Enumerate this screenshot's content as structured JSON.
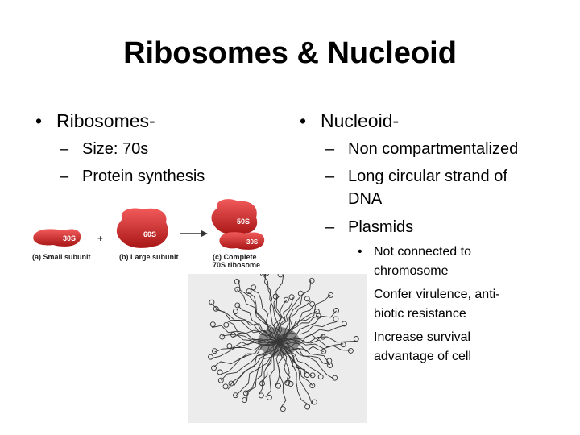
{
  "slide": {
    "title": "Ribosomes & Nucleoid"
  },
  "left": {
    "heading": "Ribosomes-",
    "items": [
      "Size: 70s",
      "Protein synthesis"
    ]
  },
  "right": {
    "heading": "Nucleoid-",
    "items": [
      {
        "lines": [
          "Non compartmentalized"
        ]
      },
      {
        "lines": [
          "Long circular strand of",
          "DNA"
        ]
      },
      {
        "lines": [
          "Plasmids"
        ]
      }
    ],
    "subitems": [
      {
        "lines": [
          "Not connected to",
          "chromosome"
        ]
      },
      {
        "lines": [
          "Confer virulence, anti-",
          "biotic resistance"
        ]
      },
      {
        "lines": [
          "Increase survival",
          "advantage of cell"
        ]
      }
    ]
  },
  "ribosome_figure": {
    "label_30s": "30S",
    "label_60s": "60S",
    "label_50s": "50S",
    "label_30s_complete": "30S",
    "plus": "+",
    "caption_a": "(a) Small subunit",
    "caption_b": "(b) Large subunit",
    "caption_c_1": "(c) Complete",
    "caption_c_2": "70S ribosome",
    "subunit_color": "#d42a2a"
  },
  "nucleoid_figure": {
    "icon": "dna-spread-image"
  },
  "bullet": "•",
  "dash": "–"
}
